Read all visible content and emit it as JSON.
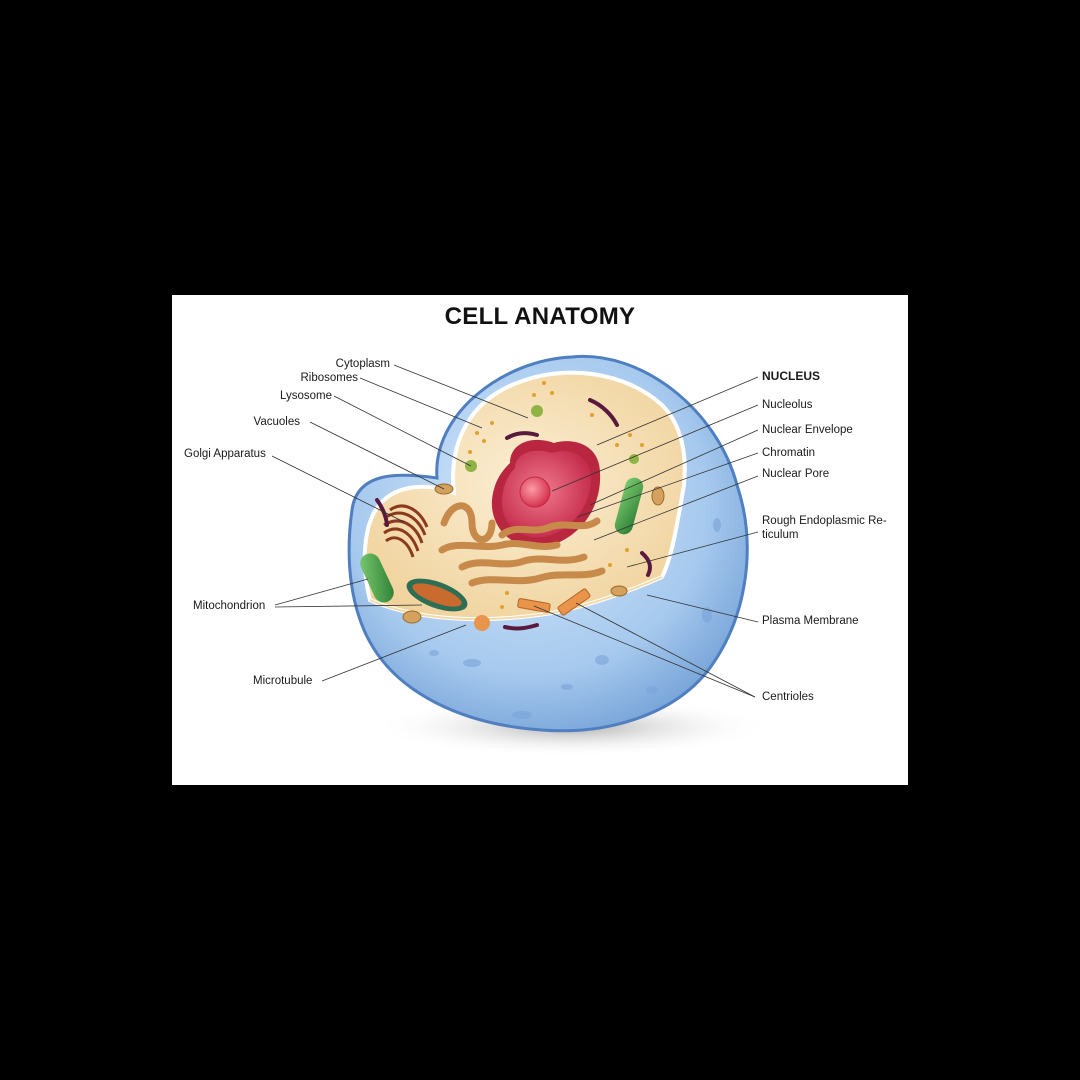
{
  "title": "CELL ANATOMY",
  "labels": {
    "cytoplasm": "Cytoplasm",
    "ribosomes": "Ribosomes",
    "lysosome": "Lysosome",
    "vacuoles": "Vacuoles",
    "golgi": "Golgi Apparatus",
    "mitochondrion": "Mitochondrion",
    "microtubule": "Microtubule",
    "nucleus": "NUCLEUS",
    "nucleolus": "Nucleolus",
    "nuclear_envelope": "Nuclear Envelope",
    "chromatin": "Chromatin",
    "nuclear_pore": "Nuclear Pore",
    "rough_er_1": "Rough Endoplasmic Re-",
    "rough_er_2": "ticulum",
    "plasma_membrane": "Plasma Membrane",
    "centrioles": "Centrioles"
  },
  "colors": {
    "background": "#000000",
    "panel": "#ffffff",
    "membrane_blue": "#7fb0e0",
    "cytoplasm": "#f6e2b8",
    "nucleus": "#d9435e",
    "nucleolus": "#e8506a",
    "mitochondria": "#3e9b45",
    "golgi": "#a0522d",
    "er": "#c78a4a",
    "centrioles": "#e8944a"
  }
}
